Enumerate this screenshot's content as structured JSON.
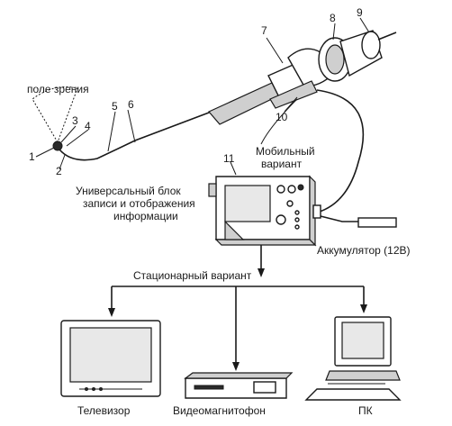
{
  "labels": {
    "field_of_view": "поле зрения",
    "mobile_variant_line1": "Мобильный",
    "mobile_variant_line2": "вариант",
    "universal_block_line1": "Универсальный блок",
    "universal_block_line2": "записи и отображения",
    "universal_block_line3": "информации",
    "battery": "Аккумулятор (12В)",
    "stationary_variant": "Стационарный вариант",
    "tv": "Телевизор",
    "vcr": "Видеомагнитофон",
    "pc": "ПК"
  },
  "numbers": {
    "n1": "1",
    "n2": "2",
    "n3": "3",
    "n4": "4",
    "n5": "5",
    "n6": "6",
    "n7": "7",
    "n8": "8",
    "n9": "9",
    "n10": "10",
    "n11": "11"
  },
  "colors": {
    "ink": "#1a1a1a",
    "paper": "#ffffff",
    "shade": "#cfcfcf"
  }
}
